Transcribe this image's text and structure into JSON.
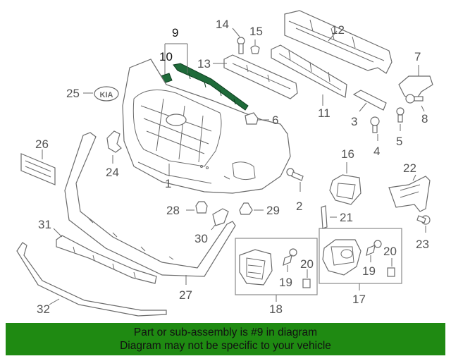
{
  "callouts": {
    "c1": "1",
    "c2": "2",
    "c3": "3",
    "c4": "4",
    "c5": "5",
    "c6": "6",
    "c7": "7",
    "c8": "8",
    "c9": "9",
    "c10": "10",
    "c11": "11",
    "c12": "12",
    "c13": "13",
    "c14": "14",
    "c15": "15",
    "c16": "16",
    "c17": "17",
    "c18": "18",
    "c19a": "19",
    "c19b": "19",
    "c20a": "20",
    "c20b": "20",
    "c21": "21",
    "c22": "22",
    "c23": "23",
    "c24": "24",
    "c25": "25",
    "c26": "26",
    "c27": "27",
    "c28": "28",
    "c29": "29",
    "c30": "30",
    "c31": "31",
    "c32": "32"
  },
  "logo_text": "KIA",
  "banner": {
    "line1": "Part or sub-assembly is #9 in diagram",
    "line2": "Diagram may not be specific to your vehicle"
  },
  "colors": {
    "banner_bg": "#1f8a12",
    "highlight_part": "#1f6b3a"
  }
}
